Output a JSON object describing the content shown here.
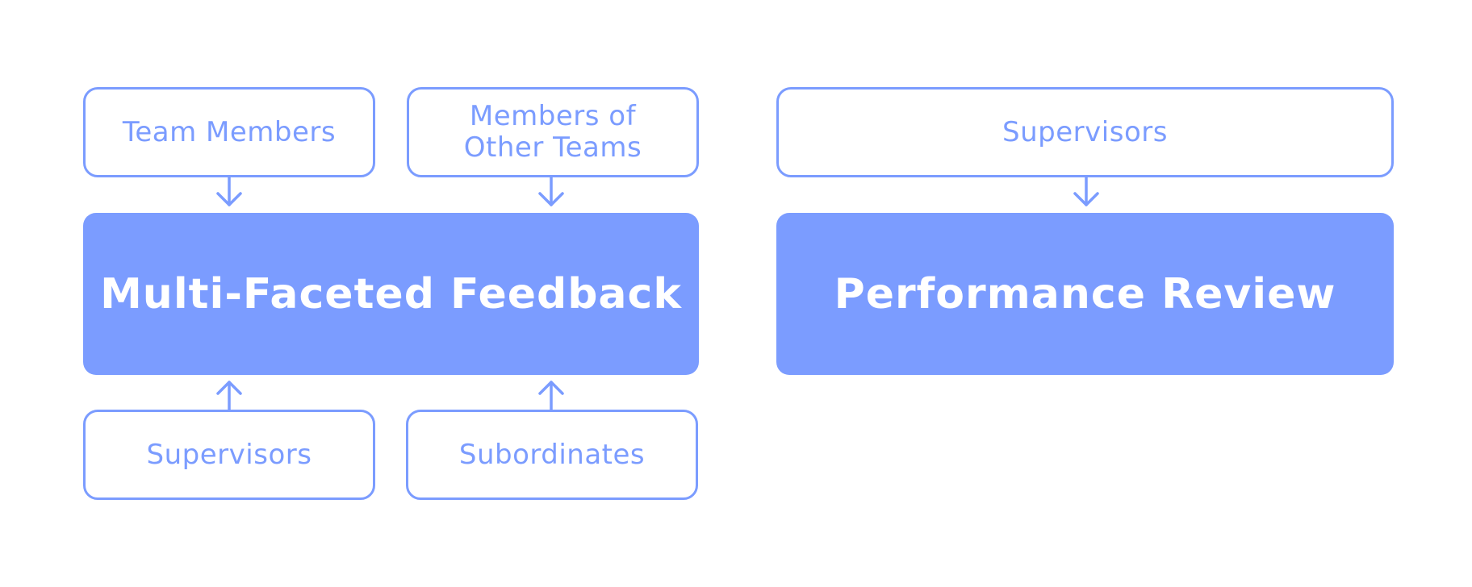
{
  "colors": {
    "accent": "#7b9cff",
    "background": "#ffffff",
    "main_text": "#ffffff"
  },
  "left_group": {
    "main": {
      "label": "Multi-Faceted Feedback"
    },
    "top_sources": [
      {
        "label": "Team Members"
      },
      {
        "label": "Members of\nOther Teams"
      }
    ],
    "bottom_sources": [
      {
        "label": "Supervisors"
      },
      {
        "label": "Subordinates"
      }
    ]
  },
  "right_group": {
    "main": {
      "label": "Performance Review"
    },
    "top_sources": [
      {
        "label": "Supervisors"
      }
    ]
  }
}
